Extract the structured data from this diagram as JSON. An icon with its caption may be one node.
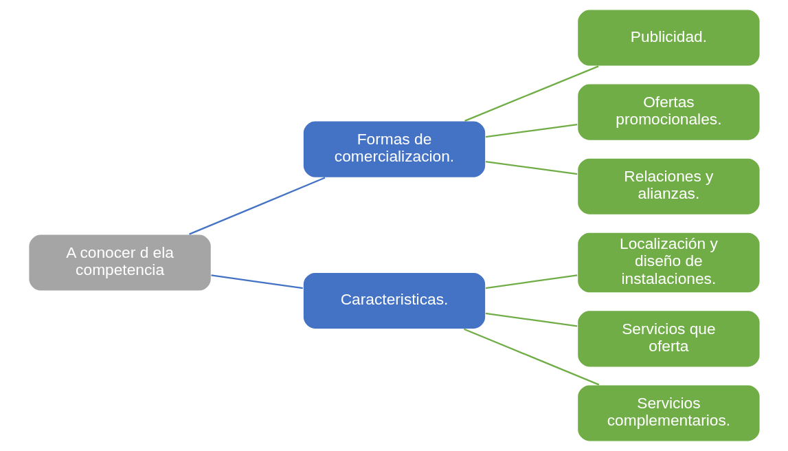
{
  "diagram": {
    "nodes": [
      {
        "text": [
          "A conocer d ela competencia"
        ]
      },
      {
        "text": [
          "Formas de comercializacion."
        ]
      },
      {
        "text": [
          "Caracteristicas."
        ]
      },
      {
        "text": [
          "Publicidad."
        ]
      },
      {
        "text": [
          "Ofertas promocionales."
        ]
      },
      {
        "text": [
          "Relaciones y alianzas."
        ]
      },
      {
        "text": [
          "Localización y diseño de instalaciones."
        ]
      },
      {
        "text": [
          "Servicios que oferta"
        ]
      },
      {
        "text": [
          "Servicios complementarios."
        ]
      }
    ],
    "edges": [
      {
        "from": 0,
        "to": 1,
        "arrow": "none",
        "color": "#4472c4"
      },
      {
        "from": 0,
        "to": 2,
        "arrow": "none",
        "color": "#4472c4"
      },
      {
        "from": 1,
        "to": 3,
        "arrow": "none"
      },
      {
        "from": 1,
        "to": 4,
        "arrow": "none"
      },
      {
        "from": 1,
        "to": 5,
        "arrow": "none"
      },
      {
        "from": 2,
        "to": 6,
        "arrow": "none"
      },
      {
        "from": 2,
        "to": 7,
        "arrow": "none"
      },
      {
        "from": 2,
        "to": 8,
        "arrow": "none"
      }
    ]
  }
}
